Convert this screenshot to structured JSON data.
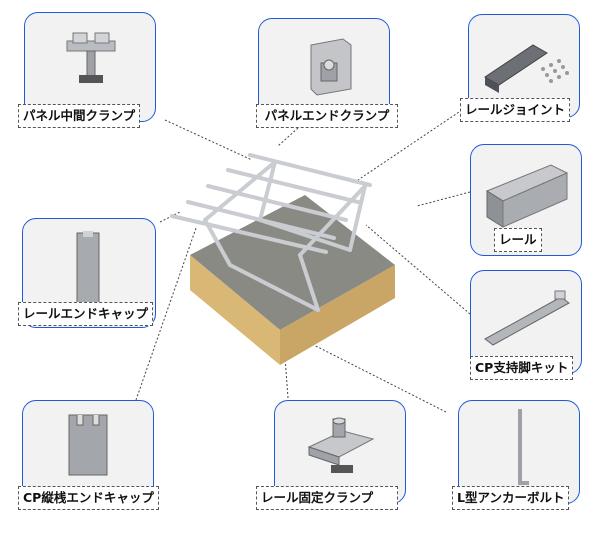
{
  "labels": {
    "panel_mid_clamp": "パネル中間クランプ",
    "panel_end_clamp": "パネルエンドクランプ",
    "rail_joint": "レールジョイント",
    "rail": "レール",
    "rail_end_cap": "レールエンドキャップ",
    "cp_support_kit": "CP支持脚キット",
    "cp_end_cap": "CP縦桟エンドキャップ",
    "rail_fixing_clamp": "レール固定クランプ",
    "l_anchor_bolt": "L型アンカーボルト"
  },
  "colors": {
    "card_border": "#1e5bd8",
    "card_fill": "#f2f2f2",
    "metal": "#b9bcc0",
    "ground_top": "#8a8a84",
    "ground_side": "#d9b774"
  }
}
